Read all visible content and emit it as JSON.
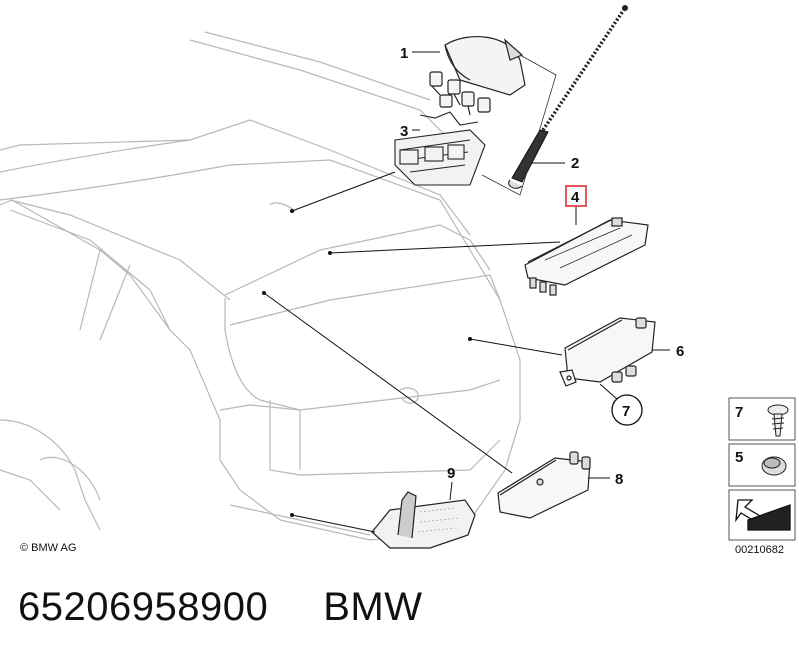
{
  "diagram": {
    "callouts": [
      "1",
      "2",
      "3",
      "4",
      "6",
      "7",
      "8",
      "9"
    ],
    "highlighted_callout": "4",
    "highlight_color": "#e02020",
    "copyright": "© BMW AG",
    "drawing_number": "00210682",
    "legend": [
      {
        "number": "7",
        "icon": "screw-icon"
      },
      {
        "number": "5",
        "icon": "grommet-icon"
      }
    ],
    "arrow_icon": "arrow-icon"
  },
  "footer": {
    "part_number": "65206958900",
    "brand": "BMW"
  }
}
